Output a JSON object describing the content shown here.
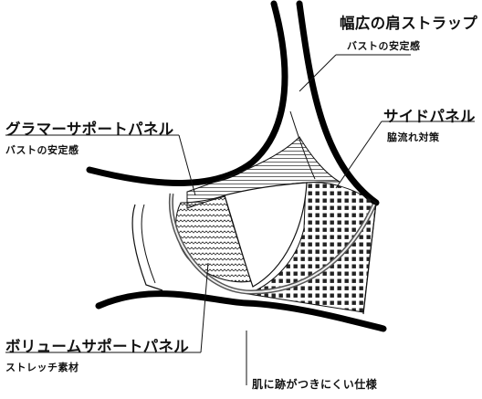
{
  "diagram": {
    "labels": {
      "wide_strap": {
        "title": "幅広の肩ストラップ",
        "subtitle": "バストの安定感"
      },
      "side_panel": {
        "title": "サイドパネル",
        "subtitle": "脇流れ対策"
      },
      "glamour_support_panel": {
        "title": "グラマーサポートパネル",
        "subtitle": "バストの安定感"
      },
      "volume_support_panel": {
        "title": "ボリュームサポートパネル",
        "subtitle": "ストレッチ素材"
      },
      "no_marks": {
        "title": "肌に跡がつきにくい仕様"
      }
    },
    "colors": {
      "line": "#111111",
      "fill": "#ffffff"
    }
  }
}
